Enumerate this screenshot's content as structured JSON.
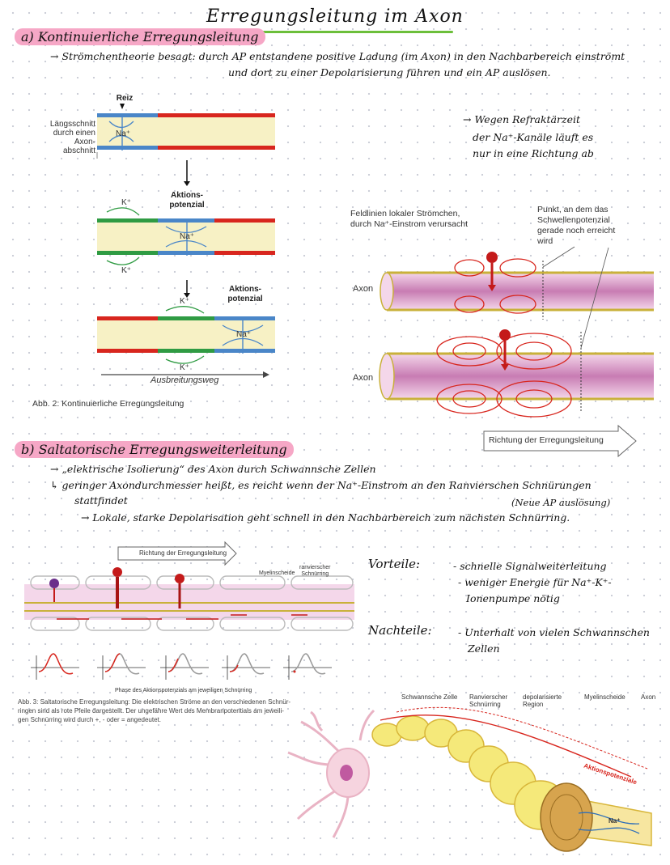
{
  "title": "Erregungsleitung im Axon",
  "section_a": {
    "heading": "a) Kontinuierliche Erregungsleitung",
    "text_line1": "→ Strömchentheorie besagt: durch AP entstandene positive Ladung (im Axon) in den Nachbarbereich einströmt",
    "text_line2": "und dort zu einer Depolarisierung führen und ein AP auslösen.",
    "refractory_note": [
      "→ Wegen Refraktärzeit",
      "der Na⁺-Kanäle läuft es",
      "nur in eine Richtung ab"
    ]
  },
  "figure2": {
    "reiz": "Reiz",
    "side_label": [
      "Längsschnitt",
      "durch einen",
      "Axon-",
      "abschnitt"
    ],
    "na": "Na⁺",
    "k": "K⁺",
    "ap1": [
      "Aktions-",
      "potenzial"
    ],
    "ap2": [
      "Aktions-",
      "potenzial"
    ],
    "ausbreitungsweg": "Ausbreitungsweg",
    "caption": "Abb. 2: Kontinuierliche Erregungsleitung"
  },
  "field_figure": {
    "label_left": [
      "Feldlinien lokaler Strömchen,",
      "durch Na⁺-Einstrom verursacht"
    ],
    "label_right": [
      "Punkt, an dem das",
      "Schwellenpotenzial",
      "gerade noch erreicht",
      "wird"
    ],
    "axon1": "Axon",
    "axon2": "Axon",
    "direction": "Richtung der Erregungsleitung"
  },
  "section_b": {
    "heading": "b) Saltatorische Erregungsweiterleitung",
    "line1": "→ „elektrische Isolierung“ des Axon durch Schwannsche Zellen",
    "line2": "↳ geringer Axondurchmesser heißt, es reicht wenn der Na⁺-Einstrom an den Ranvierschen Schnürungen",
    "line3": "stattfindet",
    "note_ap": "(Neue AP auslösung)",
    "line4": "→ Lokale, starke Depolarisation geht schnell in den Nachbarbereich zum nächsten Schnürring."
  },
  "figure3": {
    "direction": "Richtung der Erregungsleitung",
    "myelin": "Myelinscheide",
    "ranvier": [
      "ranvierscher",
      "Schnürring"
    ],
    "phase_label": "Phase des Aktionspotenzials am jeweiligen Schnürring",
    "caption": [
      "Abb. 3: Saltatorische Erregungsleitung: Die elektrischen Ströme an den verschiedenen Schnür-",
      "ringen sind als rote Pfeile dargestellt. Der ungefähre Wert des Membranpotentials am jeweili-",
      "gen Schnürring wird durch +, - oder = angedeutet."
    ]
  },
  "advantages": {
    "label": "Vorteile:",
    "items": [
      "- schnelle Signalweiterleitung",
      "- weniger Energie für Na⁺-K⁺-",
      "Ionenpumpe nötig"
    ]
  },
  "disadvantages": {
    "label": "Nachteile:",
    "items": [
      "- Unterhalt von vielen Schwannschen",
      "Zellen"
    ]
  },
  "neuron_figure": {
    "labels": [
      "Schwannsche Zelle",
      "Ranvierscher Schnürring",
      "depolarisierte Region",
      "Myelinscheide",
      "Axon"
    ],
    "ap_label": "Aktionspotenziale",
    "na": "Na⁺"
  },
  "colors": {
    "highlight": "#f6a7c6",
    "title_underline": "#6cbf3a",
    "axon_fill": "#f7f1c5",
    "membrane_red": "#d8261e",
    "membrane_blue": "#4a86c8",
    "membrane_green": "#2f9b43"
  }
}
